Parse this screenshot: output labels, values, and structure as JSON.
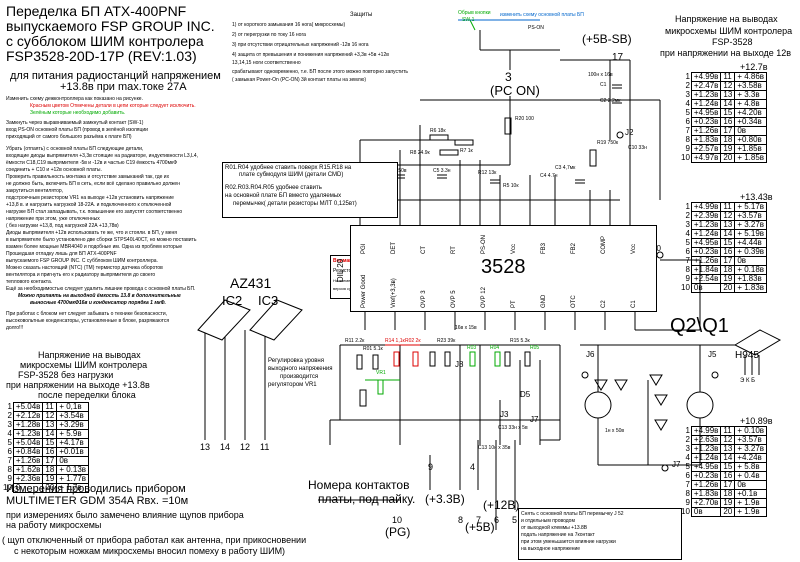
{
  "title": {
    "l1": "Переделка   БП ATX-400PNF",
    "l2": "выпускаемого  FSP GROUP INC.",
    "l3": "с  субблоком  ШИМ контролера",
    "l4": "FSP3528-20D-17P  (REV:1.03)"
  },
  "radio_note": {
    "l1": "для питания радиостанций напряжением",
    "l2": "+13.8в           при max.токе 27А"
  },
  "intro_notes": [
    "Изменить схему  дежконтроллера  как показано на рисунке.",
    "Красным цветом Отмечены детали в цепи которые следует исключить.",
    "Зелёным которые необходимо добавить.",
    "Замкнуть через выравниваемый замкнутый контакт (SW-1)",
    "вход PS-ON основной платы БП  (провод в зелёной изоляции",
    "приходящий  от самого большого разъёма к плате БП)",
    "Убрать (отпаять) с основной платы БП следующие детали,",
    "входящие диоды выпрямителя +3,3в стоящие на радиаторе, индуктивности  L3,L4,",
    "ёмкости C18,C19 выпрямителя -5в и -12в и частью C19 ёмкость 4700мкФ",
    "соединить + C10 и  +12в  основной платы.",
    "Проверить правильность монтажа и отсутствие замыканий так, где их",
    "не должно быть, включить БП в сеть, если всё сделано правильно должен",
    "закрутиться вентилятор,",
    "подстроечным резистором VR1 на выходе +12в установить напряжение",
    "+13,8 в. и нагрузить нагрузкой 18-22А. и подключенного к отключенной",
    "нагрузке БП стал запаздывать, т.к. повышение его запустят соответственно",
    "напряжение при этом, уже отключенных",
    "( без нагрузки +13,8, под нагрузкой 22А    +13,78в)",
    "Диоды выпрямителя +12в использовать те же, что и стояли. в БП, у меня",
    "в выпрямителе было установлено две сборки  STPS40L40CT, но можно поставить",
    "взамен более мощные  MBR4040 и подобные им. Одна из проблем которые",
    "Прошедшая отладку лишь для БП ATX-400PNF",
    "выпускаемого  FSP GROUP INC. С субблоком ШИМ контроллера.",
    "Можно сказать настоящий (NTC) (ТМ) термистор датчика оборотов",
    "вентилятора и пригнуть его к радиатору выпрямителя до своего",
    "теплового контакта.",
    "Ещё за необходимостью следует  удалить  лишние провода с основной платы БП."
  ],
  "bold_notes": [
    "Можно  припаять на выходной ёмкость  13.8 в  дополнительные",
    "выносные  4700мкФ16в и конденсатор порядка 1 мкФ."
  ],
  "end_notes": [
    "При  работах  с блоком нет следует  забывать о технике безопасности,",
    "высоковольтные конденсаторы, установленные в блоке, разряжаются",
    "долго!!!"
  ],
  "protection": {
    "header": "Защиты",
    "items": [
      "1) от короткого замыкания            16 нога( микросхемы)",
      "2) от перегрузки по току                    16 нога",
      "3) при отсутствии отрицательных напряжений  -12в      16 нога",
      "4) защита от превышения и понижения напряжений +3,3в +5в +12в",
      "                                    13,14,15 ноги соответственно",
      "срабатывают одновременно, т.е. БП после этого можно повторно запустить",
      "( замыкая Power-On (PC-ON) 3й контакт платы на землю)"
    ]
  },
  "pson_label": "(PC ON)",
  "pson_pin": "3",
  "plus5sb": "(+5В-SB)",
  "chip": {
    "name": "3528",
    "dil": "DIL 20",
    "top_pins": [
      "PGI",
      "DET",
      "CT",
      "RT",
      "PS-ON",
      "Vcc",
      "FB3",
      "FB2",
      "COMP",
      "Vcc"
    ],
    "bottom_pins": [
      "Power Good",
      "Vref(+3,3в)",
      "OVP 3",
      "OVP 5",
      "OVP 12",
      "PT",
      "GND",
      "OTC",
      "C2",
      "C1"
    ]
  },
  "box1": {
    "l1": "R01.R04 удобнее ставить поверх R15.R18 на",
    "l2": "плате субмодуля ШИМ (детали СМD)",
    "l3": "R02.R03.R04.R05 удобнее ставить",
    "l4": "на основной плате БП вместо удаляемых",
    "l5": "перемычек( детали резисторы МЛТ 0,125вт)"
  },
  "warning_box": {
    "title": "Внимание!!!",
    "l1": "Резистор R23 номиналом 38 кОм.",
    "l2": "На схеме резисторов (сетей) маркировки 300",
    "l3": "версия субблока FSP3528-20D-17P (REV: 1.07)"
  },
  "sw_box": {
    "l1": "Обрыв кнопки",
    "l2": "SW-1",
    "l3": "изменить схему основной платы БП",
    "l4": "PS-ON"
  },
  "az431": "AZ431",
  "ic2": "IC2",
  "ic3": "IC3",
  "q2q1": "Q2\\Q1",
  "h945": "H945",
  "h945_pins": "Э К Б",
  "regulator_note": {
    "l1": "Регулировка уровня",
    "l2": "выходного напряжения",
    "l3": "производится",
    "l4": "регулятором   VR1"
  },
  "contacts_note": {
    "l1": "Номера контактов",
    "l2": "платы, под пайку."
  },
  "pins_bottom": [
    "13",
    "14",
    "12",
    "11"
  ],
  "pg_label": "(PG)",
  "pg_pin": "10",
  "v33": "(+3.3В)",
  "v12": "(+12В)",
  "v5": "(+5В)",
  "bottom_pin_nums": [
    "8",
    "7",
    "6",
    "5"
  ],
  "j32_note": {
    "l1": "Снять с основной платы БП перемычку J 52",
    "l2": "и отдельным проводом",
    "l3": "от выходной клеммы +13.8В",
    "l4": "подать напряжение на 7контакт",
    "l5": "при этом уменьшается влияние нагрузки",
    "l6": "на выходное напряжение"
  },
  "left_table": {
    "title1": "Напряжение на выводах",
    "title2": "микросхемы ШИМ контролера",
    "title3": "FSP-3528             без нагрузки",
    "title4": "при напряжении на выходе +13.8в",
    "title5": "после переделки блока",
    "rows": [
      [
        "1",
        "+5.04в",
        "11",
        "+ 0,1в"
      ],
      [
        "2",
        "+2.12в",
        "12",
        "+3.54в"
      ],
      [
        "3",
        "+1.28в",
        "13",
        "+3.29в"
      ],
      [
        "4",
        "+1.23в",
        "14",
        "+ 5.9в"
      ],
      [
        "5",
        "+5.04в",
        "15",
        "+4.17в"
      ],
      [
        "6",
        "+0.84в",
        "16",
        "+0.01в"
      ],
      [
        "7",
        "+1.26в",
        "17",
        "0в"
      ],
      [
        "8",
        "+1.62в",
        "18",
        "+ 0.13в"
      ],
      [
        "9",
        "+2.36в",
        "19",
        "+ 1.77в"
      ],
      [
        "10",
        "0",
        "20",
        "+ 1.7в"
      ]
    ]
  },
  "measure_note": {
    "l1": "Измерения проводились прибором",
    "l2": "MULTIMETER GDM 354A   Rвх. =10м",
    "l3": "при измерениях было замечено влияние щупов прибора",
    "l4": "на работу микросхемы",
    "l5": "( щуп отключенный от прибора работал как антенна, при прикосновении",
    "l6": "  с некоторым ножкам микросхемы  вносил помеху в работу ШИМ)"
  },
  "right_header": {
    "l1": "Напряжение на выводах",
    "l2": "микросхемы ШИМ контролера",
    "l3": "FSP-3528",
    "l4": "при напряжении на выходе 12в"
  },
  "table_r1": {
    "label": "+12.7в",
    "rows": [
      [
        "1",
        "+4.99в",
        "11",
        "+ 4.86в"
      ],
      [
        "2",
        "+2.47в",
        "12",
        "+3.58в"
      ],
      [
        "3",
        "+1.23в",
        "13",
        "+ 3.3в"
      ],
      [
        "4",
        "+1.24в",
        "14",
        "+ 4.8в"
      ],
      [
        "5",
        "+4.95в",
        "15",
        "+4.20в"
      ],
      [
        "6",
        "+0.23в",
        "16",
        "+0.34в"
      ],
      [
        "7",
        "+1.26в",
        "17",
        "0в"
      ],
      [
        "8",
        "+1.83в",
        "18",
        "+0.80в"
      ],
      [
        "9",
        "+2.57в",
        "19",
        "+1.85в"
      ],
      [
        "10",
        "+4.97в",
        "20",
        "+ 1.85в"
      ]
    ]
  },
  "table_r2": {
    "label": "+13.43в",
    "rows": [
      [
        "1",
        "+4.99в",
        "11",
        "+ 5.17в"
      ],
      [
        "2",
        "+2.39в",
        "12",
        "+3.57в"
      ],
      [
        "3",
        "+1.23в",
        "13",
        "+ 3.27в"
      ],
      [
        "4",
        "+1.24в",
        "14",
        "+ 5.19в"
      ],
      [
        "5",
        "+4.95в",
        "15",
        "+4.44в"
      ],
      [
        "6",
        "+0.23в",
        "16",
        "+ 0.39в"
      ],
      [
        "7",
        "+1.26в",
        "17",
        "0в"
      ],
      [
        "8",
        "+1.84в",
        "18",
        "+ 0.18в"
      ],
      [
        "9",
        "+2.54в",
        "19",
        "+1.83в"
      ],
      [
        "10",
        "0в",
        "20",
        "+ 1.83в"
      ]
    ]
  },
  "table_r3": {
    "label": "+10.89в",
    "rows": [
      [
        "1",
        "+4.99в",
        "11",
        "+ 0.10в"
      ],
      [
        "2",
        "+2.63в",
        "12",
        "+3.57в"
      ],
      [
        "3",
        "+1.23в",
        "13",
        "+ 3.27в"
      ],
      [
        "4",
        "+1.24в",
        "14",
        "+4.24в"
      ],
      [
        "5",
        "+4.95в",
        "15",
        "+ 5.8в"
      ],
      [
        "6",
        "+0.23в",
        "16",
        "+ 0.4в"
      ],
      [
        "7",
        "+1.26в",
        "17",
        "0в"
      ],
      [
        "8",
        "+1.83в",
        "18",
        "+0.1в"
      ],
      [
        "9",
        "+2.70в",
        "19",
        "+ 1.9в"
      ],
      [
        "10",
        "0в",
        "20",
        "+ 1.9в"
      ]
    ]
  },
  "pin17": "17",
  "pin9": "9",
  "pin4": "4",
  "parts": {
    "r20": "R20 100",
    "r6": "R6 18к",
    "r8": "R8 24.9к",
    "r7": "R7 1к",
    "c6": "C6 2.2мк50в",
    "c5": "C5 3.3н",
    "r12": "R12 13к",
    "r5": "R5 10к",
    "c4": "C4 4.7н",
    "r19": "R19 750к",
    "c3": "C3 4,7мк",
    "c10": "C10 33н",
    "c2": "C2 2.2мк",
    "c1": "C1",
    "j2": "J2",
    "j10": "J10",
    "j6": "J6",
    "j5": "J5",
    "j7": "J7",
    "j8": "J8",
    "j3": "J3",
    "d5": "D5",
    "c13": "C13 33н x 5в",
    "c13b": "C13 10н x 35в",
    "r11": "R11 2.2к",
    "r01": "R01 5.1к",
    "r14": "R14 1,1к",
    "r02": "R02 2к",
    "r23": "R23 39к",
    "r15": "R15 5.3к",
    "vr1": "VR1",
    "r03": "R03",
    "r04": "R04",
    "r05": "R05",
    "cap100": "100н x 16в",
    "c1n": "1н x 50в",
    "c16": "16в x 15в"
  },
  "colors": {
    "red": "#dd0000",
    "green": "#00aa00",
    "blue": "#0066cc"
  }
}
